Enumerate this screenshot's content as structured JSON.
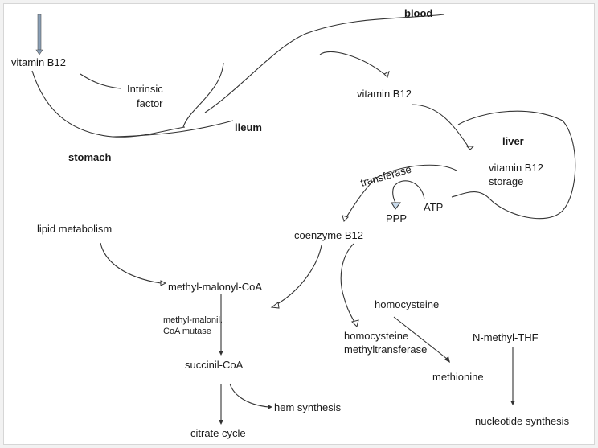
{
  "labels": {
    "blood": "blood",
    "vitamin_b12_top": "vitamin B12",
    "intrinsic_factor_line1": "Intrinsic",
    "intrinsic_factor_line2": "factor",
    "stomach": "stomach",
    "ileum": "ileum",
    "vitamin_b12_blood": "vitamin B12",
    "liver": "liver",
    "storage_line1": "vitamin B12",
    "storage_line2": "storage",
    "transferase": "transferase",
    "atp": "ATP",
    "ppp": "PPP",
    "coenzyme_b12": "coenzyme B12",
    "lipid_metabolism": "lipid metabolism",
    "methyl_malonyl_coa": "methyl-malonyl-CoA",
    "mutase_line1": "methyl-malonil.",
    "mutase_line2": "CoA mutase",
    "succinil_coa": "succinil-CoA",
    "hem_synthesis": "hem synthesis",
    "citrate_cycle": "citrate cycle",
    "homocysteine": "homocysteine",
    "hmt_line1": "homocysteine",
    "hmt_line2": "methyltransferase",
    "methionine": "methionine",
    "n_methyl_thf": "N-methyl-THF",
    "nucleotide_synthesis": "nucleotide synthesis"
  },
  "colors": {
    "background": "#ffffff",
    "frame": "#f2f2f2",
    "ink": "#1a1a1a",
    "intake_arrow": "#8aa0b8",
    "ppp_arrowhead": "#c9dbec"
  }
}
